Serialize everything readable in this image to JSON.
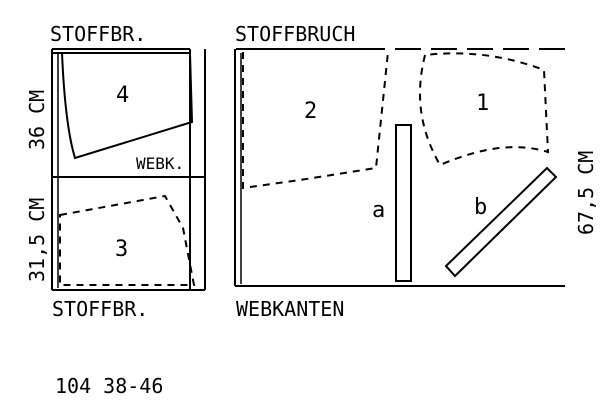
{
  "labels": {
    "left_fold_top": "STOFFBR.",
    "left_fold_bottom": "STOFFBR.",
    "right_fold_top": "STOFFBRUCH",
    "selvage_bottom": "WEBKANTEN",
    "selvage_small": "WEBK.",
    "dim_upper": "36 CM",
    "dim_lower": "31,5 CM",
    "dim_right": "67,5 CM",
    "piece_1": "1",
    "piece_2": "2",
    "piece_3": "3",
    "piece_4": "4",
    "piece_a": "a",
    "piece_b": "b",
    "footer": "104 38-46"
  }
}
